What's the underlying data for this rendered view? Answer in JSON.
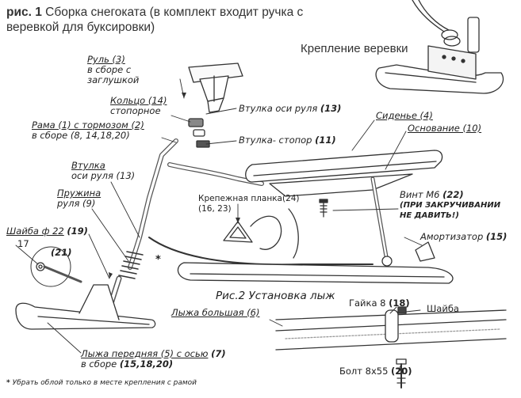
{
  "title": {
    "prefix": "рис. 1",
    "text": "Сборка снегоката (в комплект входит ручка с веревкой для буксировки)"
  },
  "rope_mount_label": "Крепление веревки",
  "labels": {
    "steering": {
      "line1": "Руль (3)",
      "line2": "в сборе с",
      "line3": "заглушкой"
    },
    "ring": {
      "line1": "Кольцо (14)",
      "line2": "стопорное"
    },
    "axle_bushing": {
      "text": "Втулка оси руля",
      "num": "(13)"
    },
    "frame": {
      "line1": "Рама (1) с тормозом (2)",
      "line2": "в сборе (8, 14,18,20)"
    },
    "stopper_bushing": {
      "text": "Втулка- стопор",
      "num": "(11)"
    },
    "seat": "Сиденье (4)",
    "base": "Основание (10)",
    "bushing2": {
      "line1": "Втулка",
      "line2": "оси руля (13)"
    },
    "spring": {
      "line1": "Пружина",
      "line2": "руля (9)"
    },
    "plate": {
      "line1": "Крепежная планка(24)",
      "line2": "(16, 23)"
    },
    "screw": {
      "text": "Винт М6",
      "num": "(22)",
      "warn1": "(ПРИ ЗАКРУЧИВАНИИ",
      "warn2": "НЕ ДАВИТЬ!)"
    },
    "washer22": {
      "text": "Шайба ф 22",
      "num": "(19)"
    },
    "n17": "17",
    "n21": "(21)",
    "absorber": {
      "text": "Амортизатор",
      "num": "(15)"
    },
    "ski_front": {
      "line1": "Лыжа передняя (5) с осью",
      "num": "(7)",
      "line2": "в сборе",
      "num2": "(15,18,20)"
    },
    "nut": {
      "text": "Гайка 8",
      "num": "(18)"
    },
    "washer": "Шайба",
    "ski_big": "Лыжа большая (6)",
    "bolt": {
      "text": "Болт 8х55",
      "num": "(20)"
    }
  },
  "fig2_caption": "Рис.2 Установка лыж",
  "footnote": "Убрать облой только в месте крепления с рамой",
  "footnote_mark": "*"
}
